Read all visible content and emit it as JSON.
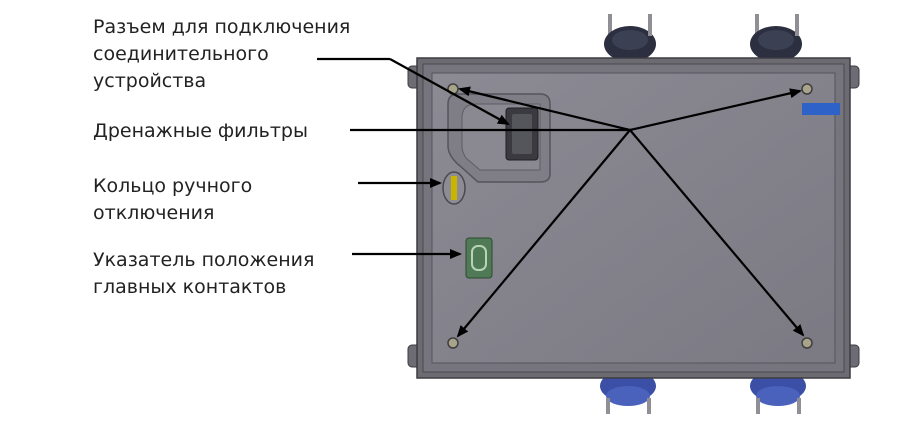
{
  "labels": {
    "connector": [
      "Разъем для подключения",
      "соединительного",
      "устройства"
    ],
    "drain_filters": [
      "Дренажные фильтры"
    ],
    "manual_ring": [
      "Кольцо ручного",
      "отключения"
    ],
    "position_indicator": [
      "Указатель положения",
      "главных контактов"
    ]
  },
  "colors": {
    "housing": "#85838c",
    "housing_dark": "#5f5e66",
    "insulator_top": "#2b2f3f",
    "insulator_bottom": "#3a4fa5",
    "blue_tag": "#2f62c8",
    "indicator_green": "#4f7a55",
    "ring_yellow": "#c9b400"
  }
}
